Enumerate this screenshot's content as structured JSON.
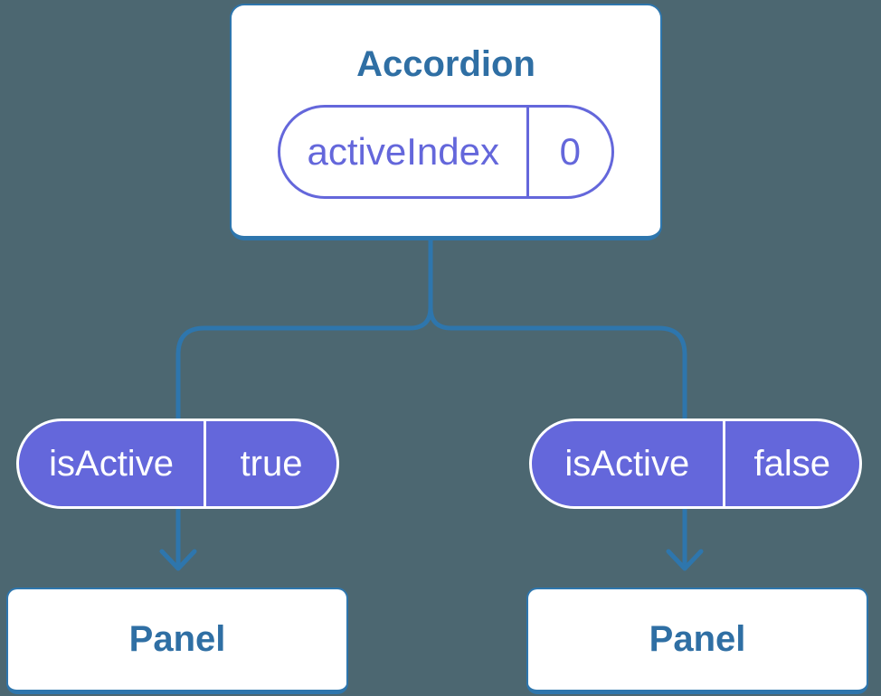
{
  "diagram": {
    "root": {
      "label": "Accordion",
      "state": {
        "name": "activeIndex",
        "value": "0"
      }
    },
    "branches": [
      {
        "prop_name": "isActive",
        "prop_value": "true",
        "child_label": "Panel"
      },
      {
        "prop_name": "isActive",
        "prop_value": "false",
        "child_label": "Panel"
      }
    ]
  },
  "colors": {
    "background": "#4c6771",
    "connector_blue": "#2e76ad",
    "node_text_blue": "#2f6fa4",
    "pill_purple": "#6467db",
    "pill_text": "#ffffff"
  }
}
